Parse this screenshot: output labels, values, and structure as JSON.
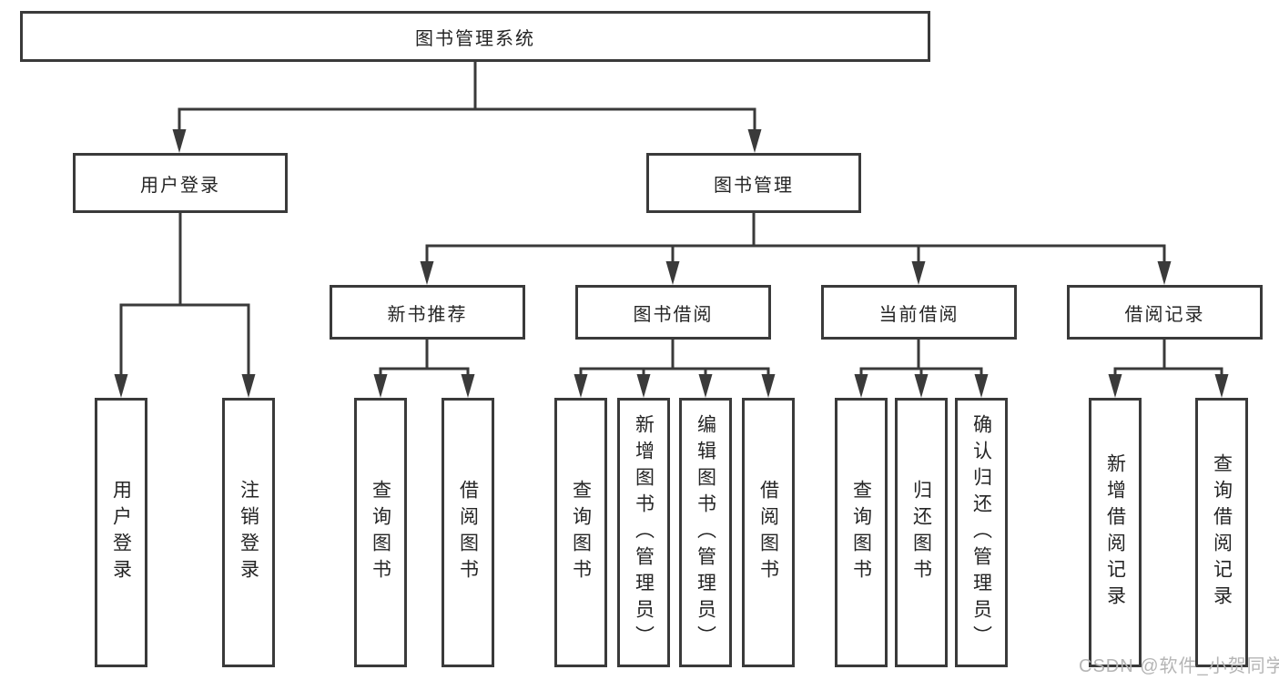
{
  "diagram": {
    "root": {
      "label": "图书管理系统"
    },
    "level2": [
      {
        "label": "用户登录"
      },
      {
        "label": "图书管理"
      }
    ],
    "level3": [
      {
        "label": "新书推荐"
      },
      {
        "label": "图书借阅"
      },
      {
        "label": "当前借阅"
      },
      {
        "label": "借阅记录"
      }
    ],
    "leaves": {
      "user_login": [
        {
          "label": "用户登录"
        },
        {
          "label": "注销登录"
        }
      ],
      "new_book": [
        {
          "label": "查询图书"
        },
        {
          "label": "借阅图书"
        }
      ],
      "book_borrow": [
        {
          "label": "查询图书"
        },
        {
          "label": "新增图书（管理员）"
        },
        {
          "label": "编辑图书（管理员）"
        },
        {
          "label": "借阅图书"
        }
      ],
      "current_borrow": [
        {
          "label": "查询图书"
        },
        {
          "label": "归还图书"
        },
        {
          "label": "确认归还（管理员）"
        }
      ],
      "borrow_records": [
        {
          "label": "新增借阅记录"
        },
        {
          "label": "查询借阅记录"
        }
      ]
    }
  },
  "watermark": "CSDN @软件_小贺同学",
  "colors": {
    "line": "#3a3a3a",
    "text": "#252525",
    "watermark": "#b5b5b5",
    "background": "#ffffff"
  }
}
